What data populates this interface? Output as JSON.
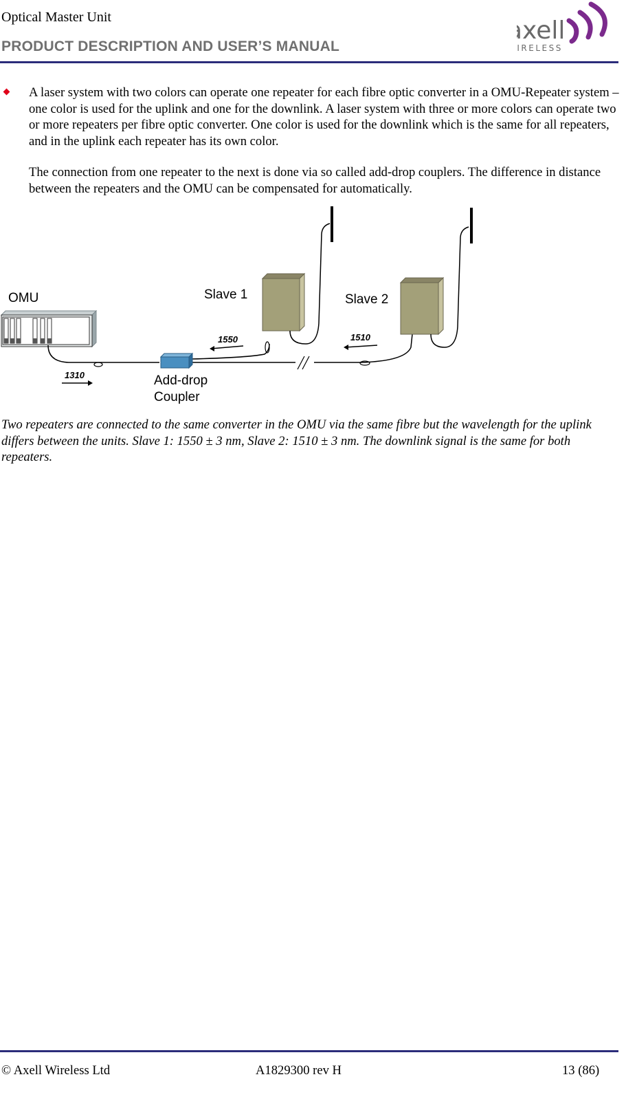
{
  "header": {
    "product": "Optical Master Unit",
    "title": "PRODUCT DESCRIPTION AND USER’S MANUAL",
    "logo_text": "axell",
    "logo_subtext": "WIRELESS"
  },
  "body": {
    "bullet_text": "A laser system with two colors can operate one repeater for each fibre optic converter in a OMU-Repeater system – one color is used for the uplink and one for the downlink. A laser system with three or more colors can operate two or more repeaters per fibre optic converter. One color is used for the downlink which is the same for all repeaters, and in the uplink each repeater has its own color.",
    "paragraph_text": "The connection from one repeater to the next is done via so called add-drop couplers. The difference in distance between the repeaters and the OMU can be compensated for automatically."
  },
  "diagram": {
    "omu_label": "OMU",
    "slave1_label": "Slave 1",
    "slave2_label": "Slave 2",
    "coupler_label_line1": "Add-drop",
    "coupler_label_line2": "Coupler",
    "wavelength_downlink": "1310",
    "wavelength_slave1": "1550",
    "wavelength_slave2": "1510"
  },
  "caption": "Two repeaters are connected to the same converter in the OMU via the same fibre but the wavelength for the uplink differs between the units. Slave 1: 1550 ± 3 nm, Slave 2: 1510 ± 3 nm. The downlink signal is the same for both repeaters.",
  "footer": {
    "copyright": "© Axell Wireless Ltd",
    "doc_number": "A1829300 rev H",
    "page": "13 (86)"
  },
  "colors": {
    "rule": "#2b2c7a",
    "bullet": "#e0001a",
    "logo_purple": "#7b2a8c",
    "repeater_box": "#a3a079",
    "coupler": "#4a8fc0"
  }
}
